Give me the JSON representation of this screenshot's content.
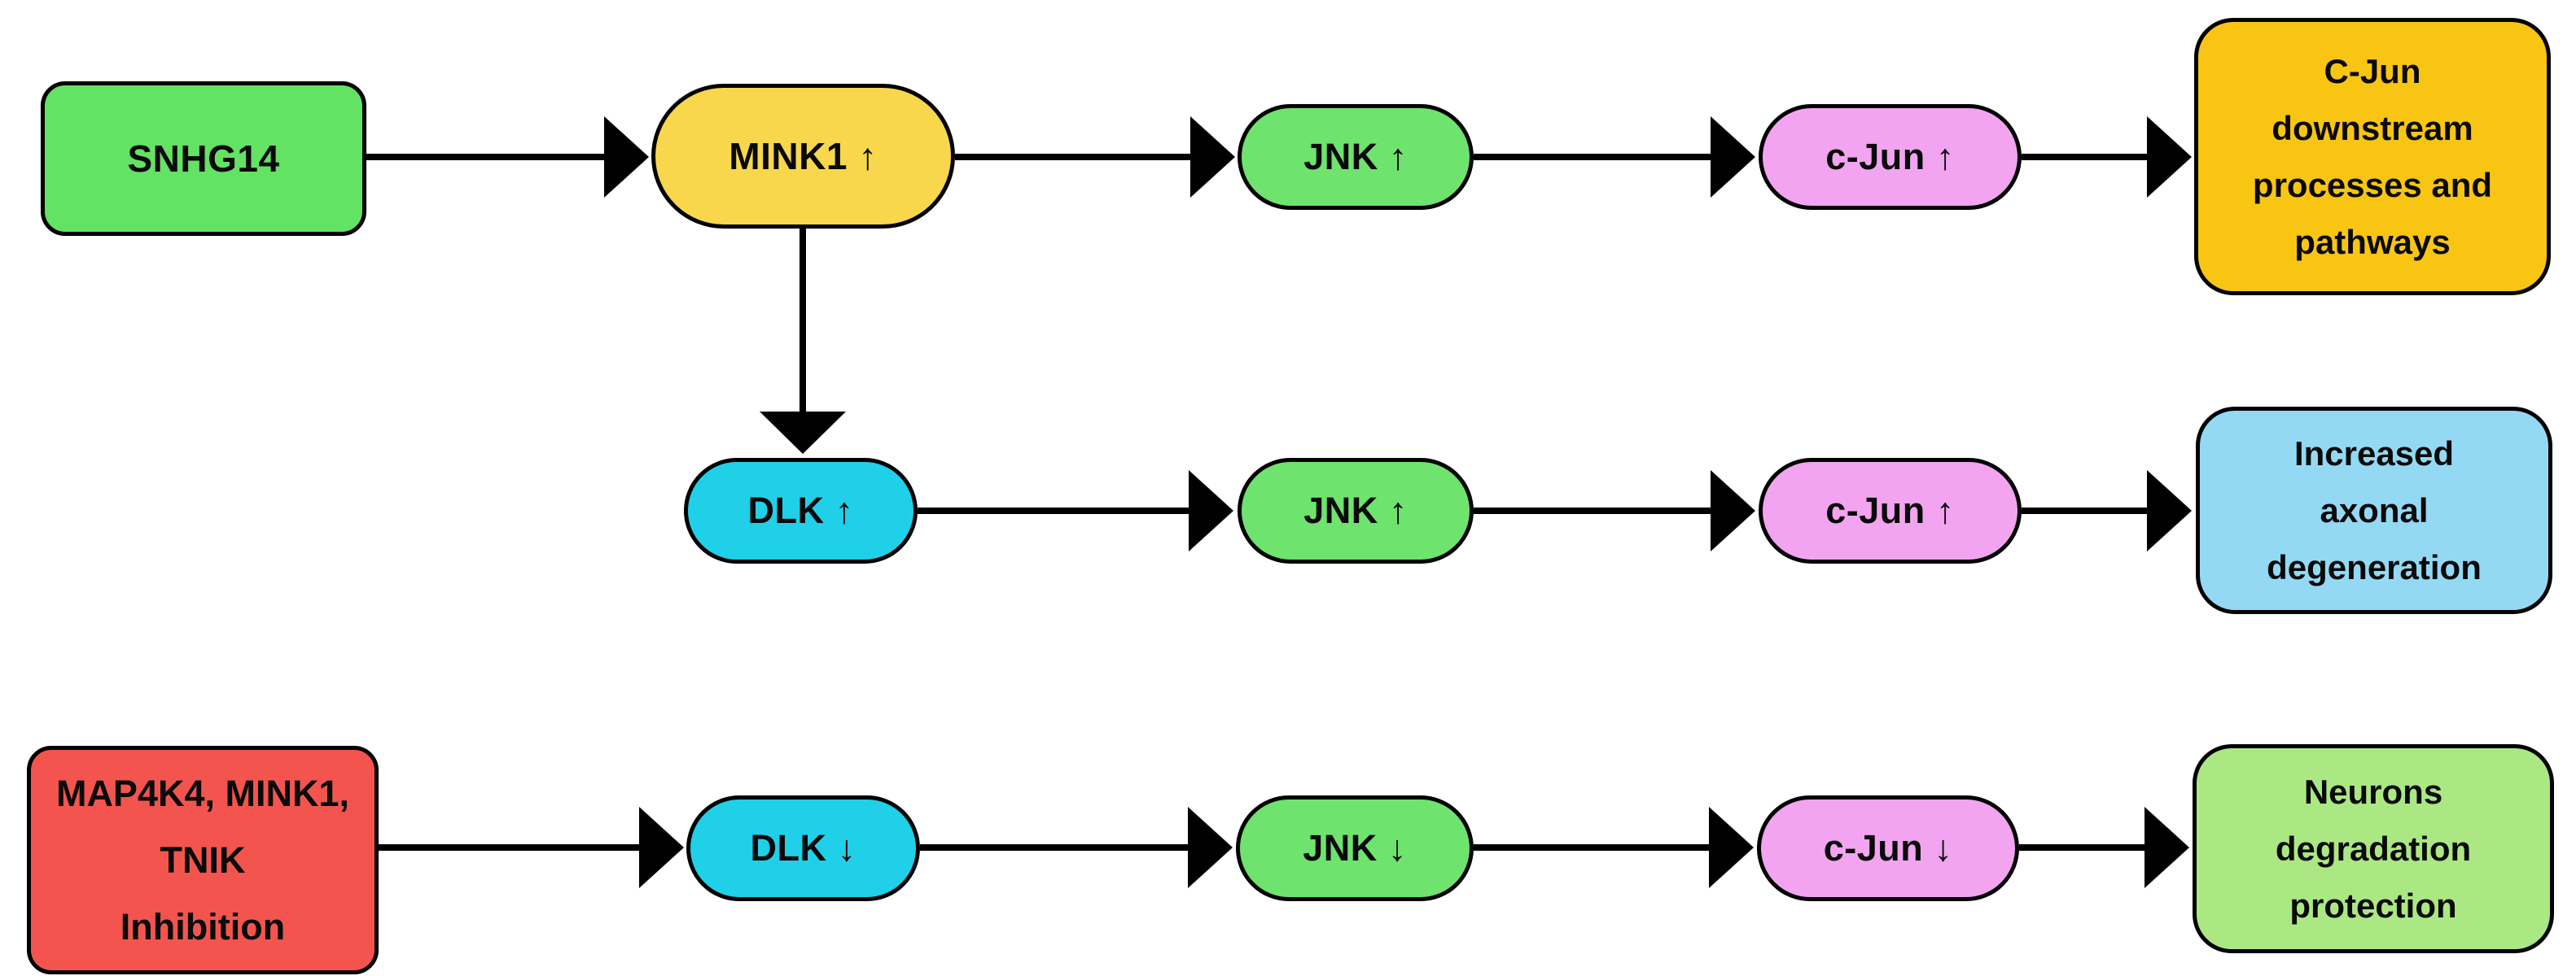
{
  "diagram": {
    "background_color": "#ffffff",
    "stroke_color": "#000000",
    "text_color": "#0a0a0a",
    "palette": {
      "snhg14_green": "#64e264",
      "mink1_yellow": "#f8d74d",
      "jnk_green": "#6ee36e",
      "cjun_pink": "#f2a4f0",
      "downstream_gold": "#f9c513",
      "dlk_cyan": "#1fd0e8",
      "axonal_blue": "#93d9f3",
      "neurons_lime": "#abe884",
      "inhibition_red": "#f4544e"
    },
    "nodes": {
      "snhg14": {
        "label": "SNHG14",
        "shape": "rounded-rectangle",
        "fill": "#64e264"
      },
      "mink1_up": {
        "label": "MINK1 ↑",
        "shape": "stadium",
        "fill": "#f8d74d"
      },
      "jnk_up_row1": {
        "label": "JNK ↑",
        "shape": "stadium",
        "fill": "#6ee36e"
      },
      "cjun_up_row1": {
        "label": "c-Jun ↑",
        "shape": "stadium",
        "fill": "#f2a4f0"
      },
      "cjun_downstream": {
        "lines": [
          "C-Jun",
          "downstream",
          "processes and",
          "pathways"
        ],
        "shape": "rounded-rectangle",
        "fill": "#f9c513"
      },
      "dlk_up": {
        "label": "DLK ↑",
        "shape": "stadium",
        "fill": "#1fd0e8"
      },
      "jnk_up_row2": {
        "label": "JNK ↑",
        "shape": "stadium",
        "fill": "#6ee36e"
      },
      "cjun_up_row2": {
        "label": "c-Jun ↑",
        "shape": "stadium",
        "fill": "#f2a4f0"
      },
      "increased_axonal": {
        "lines": [
          "Increased",
          "axonal",
          "degeneration"
        ],
        "shape": "rounded-rectangle",
        "fill": "#93d9f3"
      },
      "inhibition": {
        "lines": [
          "MAP4K4, MINK1,",
          "TNIK",
          "Inhibition"
        ],
        "shape": "rounded-rectangle",
        "fill": "#f4544e"
      },
      "dlk_down": {
        "label": "DLK ↓",
        "shape": "stadium",
        "fill": "#1fd0e8"
      },
      "jnk_down": {
        "label": "JNK ↓",
        "shape": "stadium",
        "fill": "#6ee36e"
      },
      "cjun_down": {
        "label": "c-Jun ↓",
        "shape": "stadium",
        "fill": "#f2a4f0"
      },
      "neurons_protection": {
        "lines": [
          "Neurons",
          "degradation",
          "protection"
        ],
        "shape": "rounded-rectangle",
        "fill": "#abe884"
      }
    },
    "edges": [
      {
        "from": "SNHG14",
        "to": "MINK1 ↑"
      },
      {
        "from": "MINK1 ↑",
        "to": "JNK ↑ (row 1)"
      },
      {
        "from": "JNK ↑ (row 1)",
        "to": "c-Jun ↑ (row 1)"
      },
      {
        "from": "c-Jun ↑ (row 1)",
        "to": "C-Jun downstream processes and pathways"
      },
      {
        "from": "MINK1 ↑",
        "to": "DLK ↑"
      },
      {
        "from": "DLK ↑",
        "to": "JNK ↑ (row 2)"
      },
      {
        "from": "JNK ↑ (row 2)",
        "to": "c-Jun ↑ (row 2)"
      },
      {
        "from": "c-Jun ↑ (row 2)",
        "to": "Increased axonal degeneration"
      },
      {
        "from": "MAP4K4, MINK1, TNIK Inhibition",
        "to": "DLK ↓"
      },
      {
        "from": "DLK ↓",
        "to": "JNK ↓"
      },
      {
        "from": "JNK ↓",
        "to": "c-Jun ↓"
      },
      {
        "from": "c-Jun ↓",
        "to": "Neurons degradation protection"
      }
    ]
  }
}
